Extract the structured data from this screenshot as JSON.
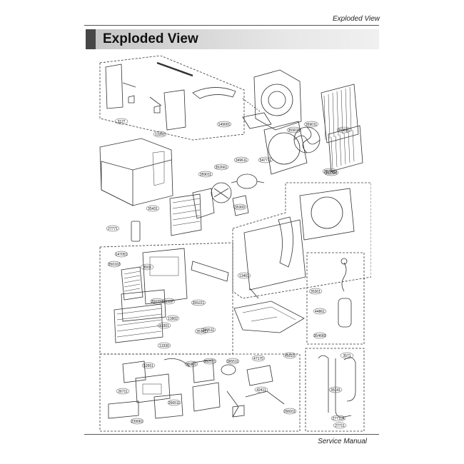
{
  "header": {
    "section": "Exploded View"
  },
  "title": "Exploded View",
  "footer": {
    "text": "Service Manual"
  },
  "part_labels": [
    "3127",
    "13391",
    "149001",
    "359011",
    "359015",
    "354031",
    "252901",
    "547711",
    "349611",
    "352661",
    "359011",
    "35431",
    "35309",
    "352300",
    "27771",
    "147051",
    "350102",
    "355221",
    "3552P",
    "3503",
    "350331",
    "13902",
    "13301",
    "13330",
    "13451",
    "343511",
    "35101",
    "45010",
    "35301",
    "44861",
    "354660",
    "47170",
    "365511",
    "352571",
    "35960",
    "52651",
    "26711",
    "266511",
    "239061",
    "266911",
    "42411",
    "3571",
    "35141",
    "27711A",
    "27711"
  ],
  "colors": {
    "accent_block": "#474747",
    "line_art": "#333333"
  }
}
